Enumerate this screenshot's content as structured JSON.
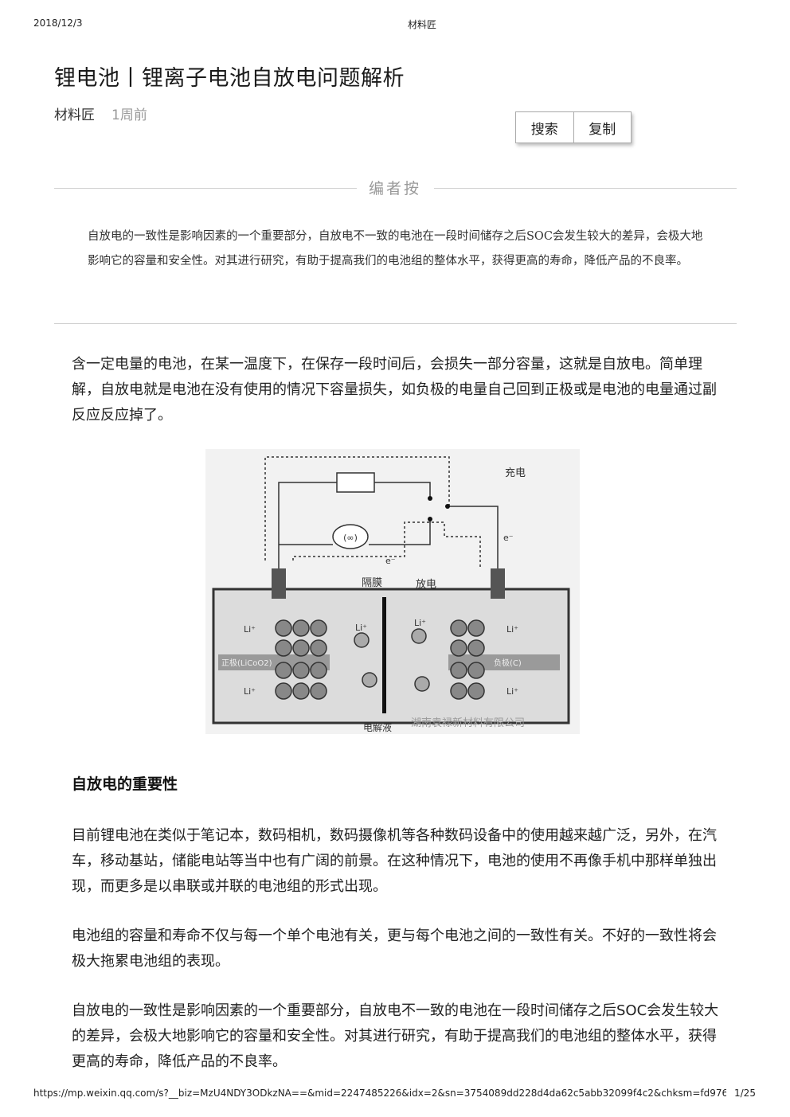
{
  "print_header": {
    "date": "2018/12/3",
    "site": "材料匠"
  },
  "article": {
    "title": "锂电池丨锂离子电池自放电问题解析",
    "author": "材料匠",
    "time": "1周前"
  },
  "toolbar": {
    "search_label": "搜索",
    "copy_label": "复制"
  },
  "editor_note": {
    "label": "编者按",
    "text": "自放电的一致性是影响因素的一个重要部分，自放电不一致的电池在一段时间储存之后SOC会发生较大的差异，会极大地影响它的容量和安全性。对其进行研究，有助于提高我们的电池组的整体水平，获得更高的寿命，降低产品的不良率。"
  },
  "intro": "含一定电量的电池，在某一温度下，在保存一段时间后，会损失一部分容量，这就是自放电。简单理解，自放电就是电池在没有使用的情况下容量损失，如负极的电量自己回到正极或是电池的电量通过副反应反应掉了。",
  "figure": {
    "charge_label": "充电",
    "discharge_label": "放电",
    "separator_label": "隔膜",
    "electrolyte_label": "电解液",
    "positive_label": "正极(LiCoO2)",
    "negative_label": "负极(C)",
    "ion_label": "Li⁺",
    "electron_label": "e⁻",
    "watermark": "湖南袁禄新材料有限公司"
  },
  "section_title": "自放电的重要性",
  "paragraphs": [
    "目前锂电池在类似于笔记本，数码相机，数码摄像机等各种数码设备中的使用越来越广泛，另外，在汽车，移动基站，储能电站等当中也有广阔的前景。在这种情况下，电池的使用不再像手机中那样单独出现，而更多是以串联或并联的电池组的形式出现。",
    "电池组的容量和寿命不仅与每一个单个电池有关，更与每个电池之间的一致性有关。不好的一致性将会极大拖累电池组的表现。",
    "自放电的一致性是影响因素的一个重要部分，自放电不一致的电池在一段时间储存之后SOC会发生较大的差异，会极大地影响它的容量和安全性。对其进行研究，有助于提高我们的电池组的整体水平，获得更高的寿命，降低产品的不良率。"
  ],
  "print_footer": {
    "url": "https://mp.weixin.qq.com/s?__biz=MzU4NDY3ODkzNA==&mid=2247485226&idx=2&sn=3754089dd228d4da62c5abb32099f4c2&chksm=fd976…",
    "page": "1/25"
  }
}
